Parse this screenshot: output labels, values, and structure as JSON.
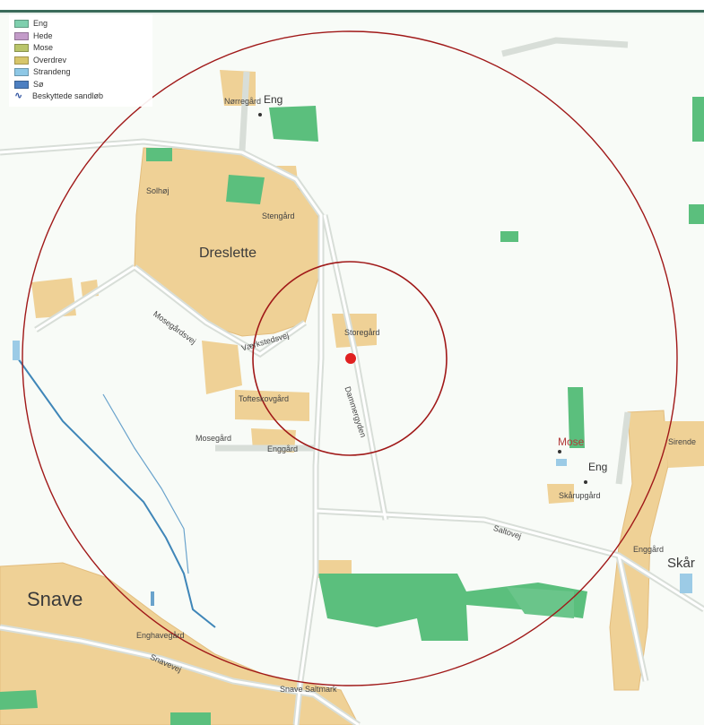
{
  "legend": {
    "items": [
      {
        "label": "Eng",
        "color": "#7fcfae"
      },
      {
        "label": "Hede",
        "color": "#c39bc9"
      },
      {
        "label": "Mose",
        "color": "#b9c56a"
      },
      {
        "label": "Overdrev",
        "color": "#d7c66a"
      },
      {
        "label": "Strandeng",
        "color": "#8ec8e6"
      },
      {
        "label": "Sø",
        "color": "#4d7fc1"
      }
    ],
    "line_item": {
      "label": "Beskyttede sandløb",
      "color": "#2b4f9e"
    }
  },
  "towns": [
    {
      "label": "Dreslette",
      "size": 16
    },
    {
      "label": "Snave",
      "size": 22
    },
    {
      "label": "Skår",
      "size": 15
    }
  ],
  "places": {
    "engbo": "Nørregård",
    "solhoj": "Solhøj",
    "stenggaard": "Stengård",
    "storegaard": "Storegård",
    "mosegaardsvej": "Mosegårdsvej",
    "vaerkstedsvej": "Værkstedsvej",
    "tofteskovgaard": "Tofteskovgård",
    "mosegaard": "Mosegård",
    "enggaard1": "Enggård",
    "dammersgyden": "Dammergyden",
    "saltovej": "Saltovej",
    "skarupgaard": "Skårupgård",
    "enggaard2": "Enggård",
    "enghavegaard": "Enghavegård",
    "snavevej": "Snavevej",
    "snave_saltmark": "Snave Saltmark",
    "sirende": "Sirende"
  },
  "nature_labels": {
    "eng_top": "Eng",
    "mose": "Mose",
    "eng_right": "Eng"
  },
  "colors": {
    "background": "#f8fbf7",
    "town_fill": "#efd196",
    "town_dense": "#e8c27e",
    "field_green": "#5bbf7d",
    "road": "#cfd6cf",
    "stream": "#3f86b8",
    "buffer_circle": "#a01818",
    "site_marker": "#e02020"
  }
}
